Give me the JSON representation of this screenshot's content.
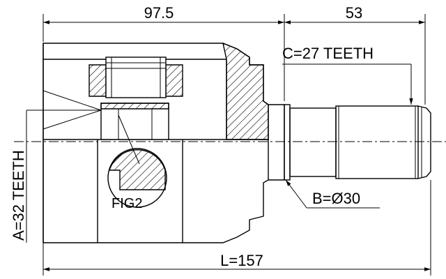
{
  "dimensions": {
    "housing_length": "97.5",
    "shaft_length": "53",
    "total_length": "L=157",
    "spline_outer": "C=27 TEETH",
    "spline_inner": "A=32 TEETH",
    "shaft_diameter": "B=Ø30"
  },
  "labels": {
    "fig2": "FIG2"
  }
}
